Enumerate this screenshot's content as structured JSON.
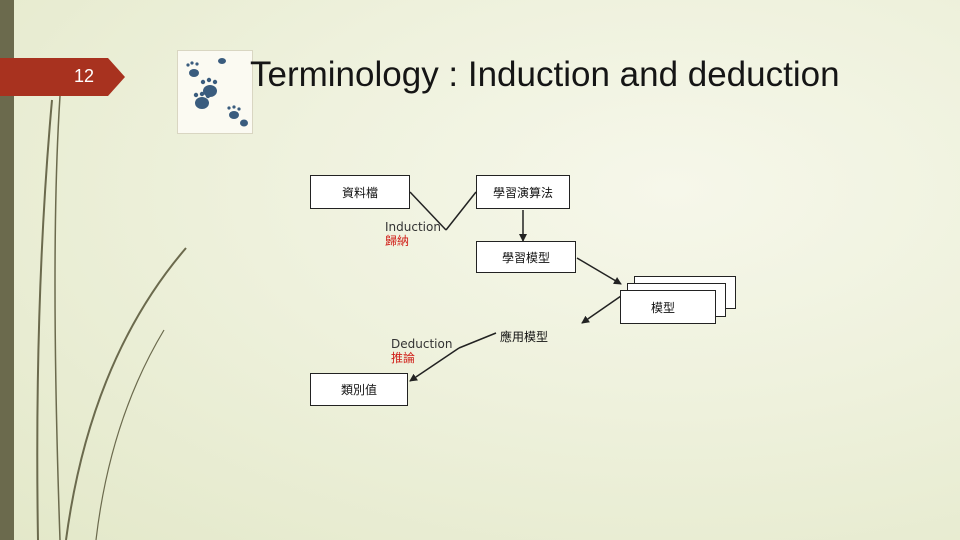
{
  "slide": {
    "number": "12",
    "title": "Terminology : Induction and deduction"
  },
  "diagram": {
    "nodes": {
      "data_file": "資料檔",
      "learning_algorithm": "學習演算法",
      "learning_model": "學習模型",
      "model": "模型",
      "apply_model": "應用模型",
      "class_value": "類別值"
    },
    "edge_labels": {
      "induction_en": "Induction",
      "induction_zh": "歸納",
      "deduction_en": "Deduction",
      "deduction_zh": "推論"
    }
  },
  "colors": {
    "accent_tab": "#a8321f",
    "left_strip": "#6b6a4d",
    "edge_label_zh": "#d0201a"
  }
}
